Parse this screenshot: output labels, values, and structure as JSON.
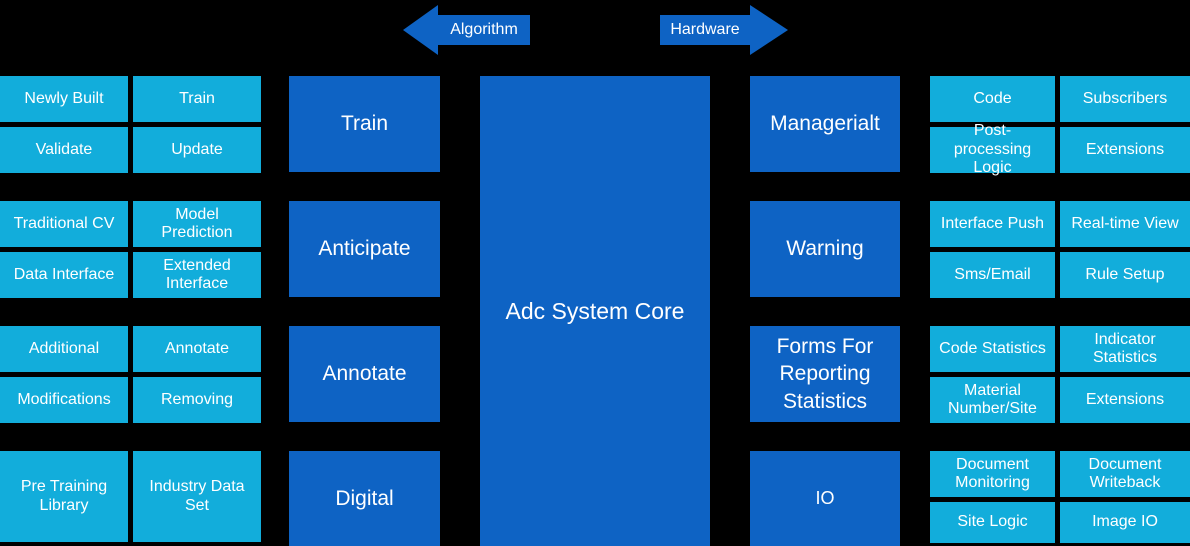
{
  "colors": {
    "background": "#000000",
    "cyan": "#12ADDB",
    "blue": "#0E63C4",
    "text": "#FFFFFF"
  },
  "arrows": {
    "left_label": "Algorithm",
    "right_label": "Hardware"
  },
  "center": {
    "label": "Adc System Core"
  },
  "mid_left": [
    "Train",
    "Anticipate",
    "Annotate",
    "Digital"
  ],
  "mid_right": [
    "Managerialt",
    "Warning",
    "Forms For Reporting Statistics",
    "IO"
  ],
  "left_col_a": [
    "Newly Built",
    "Validate",
    "Traditional CV",
    "Data Interface",
    "Additional",
    "Modifications",
    "Pre Training Library"
  ],
  "left_col_b": [
    "Train",
    "Update",
    "Model Prediction",
    "Extended Interface",
    "Annotate",
    "Removing",
    "Industry Data Set"
  ],
  "right_col_a": [
    "Code",
    "Post-processing Logic",
    "Interface Push",
    "Sms/Email",
    "Code Statistics",
    "Material Number/Site",
    "Document Monitoring",
    "Site Logic"
  ],
  "right_col_b": [
    "Subscribers",
    "Extensions",
    "Real-time View",
    "Rule Setup",
    "Indicator Statistics",
    "Extensions",
    "Document Writeback",
    "Image IO"
  ]
}
